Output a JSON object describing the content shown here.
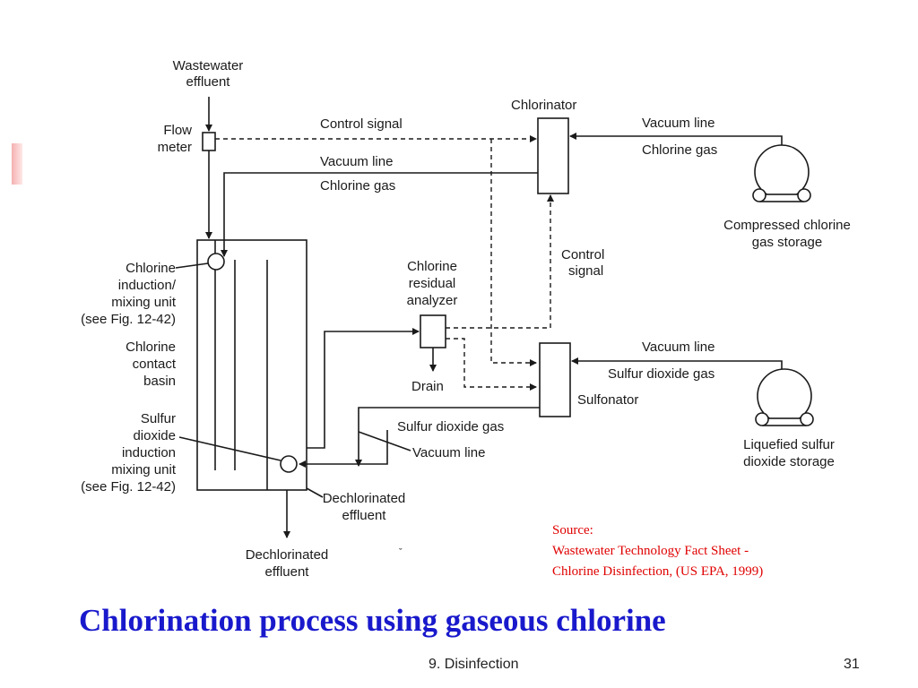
{
  "diagram": {
    "wastewater_effluent": [
      "Wastewater",
      "effluent"
    ],
    "flow_meter": [
      "Flow",
      "meter"
    ],
    "control_signal_top": "Control signal",
    "vacuum_line_top": "Vacuum line",
    "chlorine_gas_left": "Chlorine gas",
    "chlorinator": "Chlorinator",
    "vacuum_line_cl": "Vacuum line",
    "chlorine_gas_right": "Chlorine gas",
    "compressed_storage": [
      "Compressed chlorine",
      "gas storage"
    ],
    "control_signal_mid": [
      "Control",
      "signal"
    ],
    "residual_analyzer": [
      "Chlorine",
      "residual",
      "analyzer"
    ],
    "chlorine_induction": [
      "Chlorine",
      "induction/",
      "mixing unit",
      "(see Fig. 12-42)"
    ],
    "contact_basin": [
      "Chlorine",
      "contact",
      "basin"
    ],
    "so2_induction": [
      "Sulfur",
      "dioxide",
      "induction",
      "mixing unit",
      "(see Fig. 12-42)"
    ],
    "drain": "Drain",
    "vacuum_line_so2": "Vacuum line",
    "sulfur_dioxide_gas_right": "Sulfur dioxide gas",
    "sulfonator": "Sulfonator",
    "liquefied_storage": [
      "Liquefied sulfur",
      "dioxide storage"
    ],
    "sulfur_dioxide_gas_left": "Sulfur dioxide gas",
    "vacuum_line_bottom": "Vacuum line",
    "dechlorinated_effluent_mid": [
      "Dechlorinated",
      "effluent"
    ],
    "dechlorinated_effluent_bottom": [
      "Dechlorinated",
      "effluent"
    ]
  },
  "source": {
    "label": "Source:",
    "line1": "Wastewater Technology Fact Sheet -",
    "line2": "Chlorine Disinfection, (US EPA, 1999)"
  },
  "slide": {
    "title": "Chlorination process using gaseous chlorine",
    "footer_section": "9. Disinfection",
    "page_number": "31"
  },
  "colors": {
    "title": "#1919cc",
    "source": "#e00000",
    "accent": "#f4b0b0"
  }
}
